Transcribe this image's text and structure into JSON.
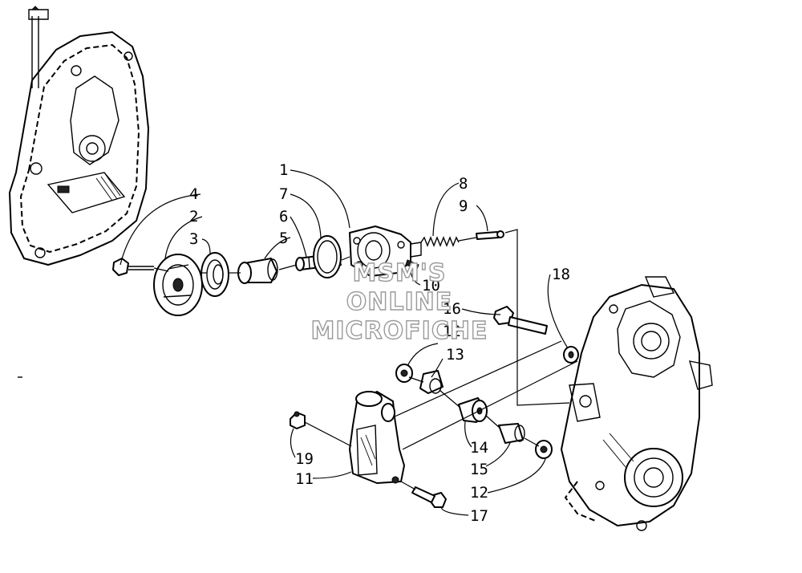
{
  "callouts": {
    "c1": "1",
    "c2": "2",
    "c3": "3",
    "c4": "4",
    "c5": "5",
    "c6": "6",
    "c7": "7",
    "c8": "8",
    "c9": "9",
    "c10": "10",
    "c11": "11",
    "c12a": "12",
    "c12b": "12",
    "c13": "13",
    "c14": "14",
    "c15": "15",
    "c16": "16",
    "c17": "17",
    "c18": "18",
    "c19": "19"
  },
  "watermark": {
    "line1": "MSM'S",
    "line2": "ONLINE",
    "line3": "MICROFICHE"
  }
}
